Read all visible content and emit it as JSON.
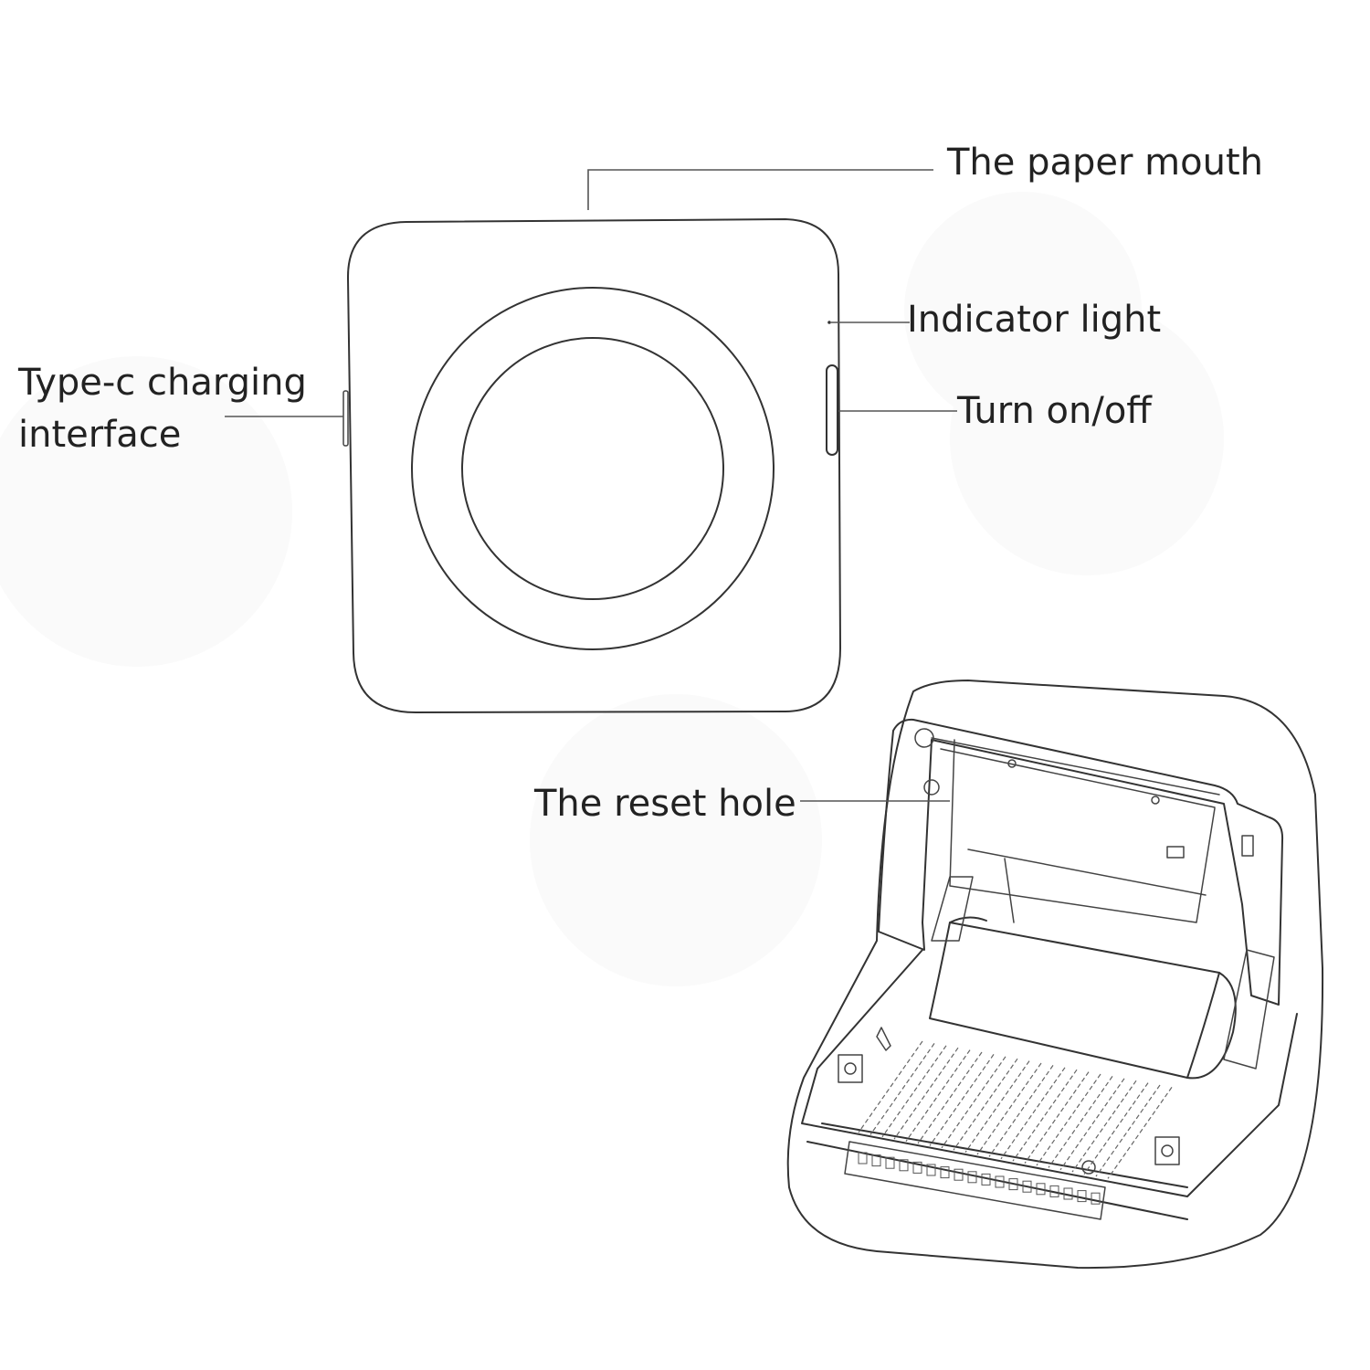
{
  "callouts": {
    "paper_mouth": "The paper mouth",
    "indicator_light": "Indicator light",
    "type_c_line1": "Type-c charging",
    "type_c_line2": "interface",
    "turn_on_off": "Turn on/off",
    "reset_hole": "The reset hole"
  },
  "colors": {
    "line": "#333333",
    "text": "#222222",
    "background": "#ffffff"
  }
}
